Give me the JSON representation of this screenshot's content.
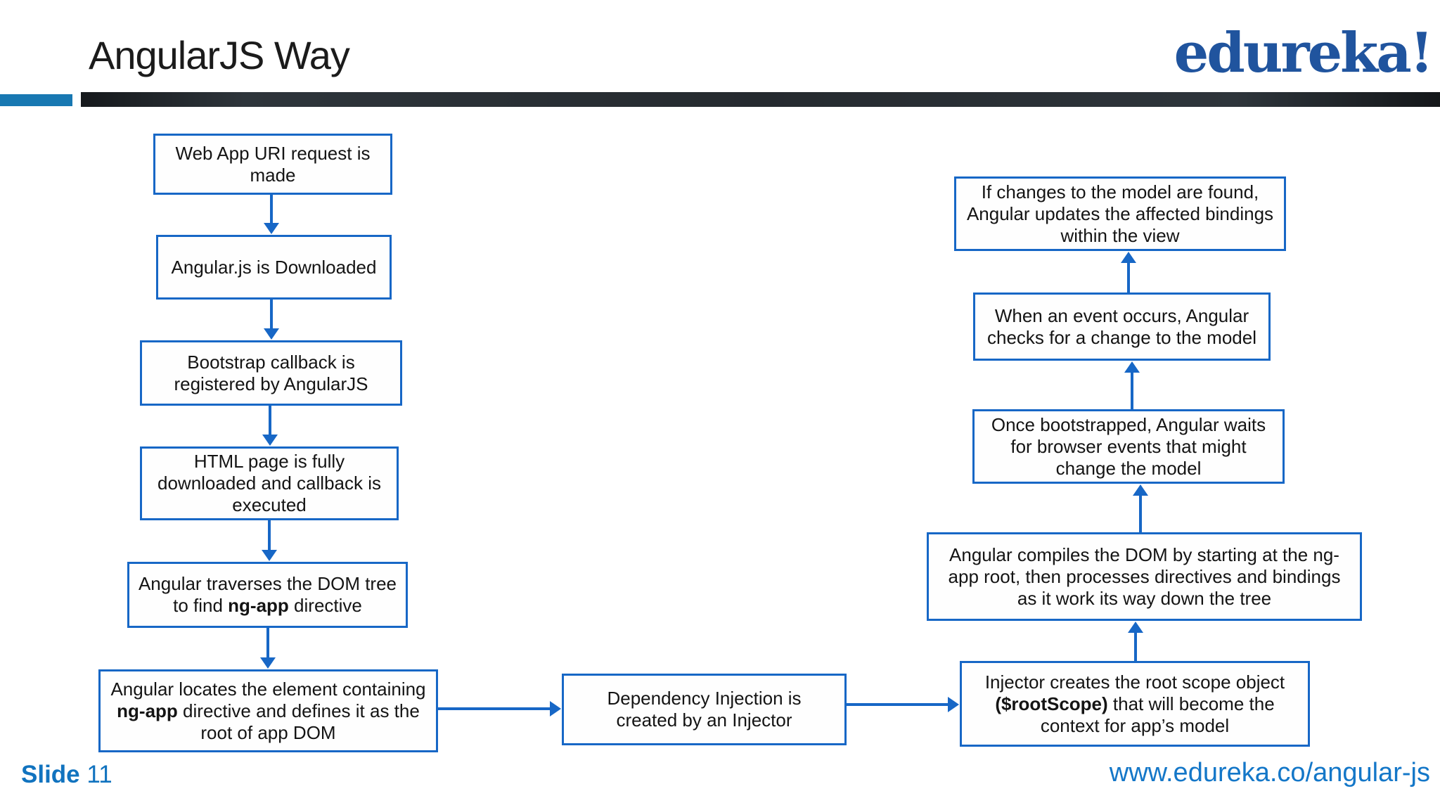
{
  "slide": {
    "title": "AngularJS Way",
    "logo_text": "edureka!",
    "footer": {
      "slide_label": "Slide",
      "slide_number": "11",
      "url": "www.edureka.co/angular-js"
    }
  },
  "colors": {
    "flowchart_blue": "#1767c6",
    "logo_blue": "#20549e",
    "footer_blue": "#1173bf",
    "divider_blue": "#1878b2",
    "divider_dark": "#262b30",
    "box_text": "#141414",
    "background": "#ffffff"
  },
  "flowchart": {
    "boxes": [
      {
        "id": "uri-request",
        "text": "Web App URI request is\nmade"
      },
      {
        "id": "angularjs-downloaded",
        "text": "Angular.js is Downloaded"
      },
      {
        "id": "bootstrap-callback",
        "text": "Bootstrap callback is\nregistered by AngularJS"
      },
      {
        "id": "html-downloaded",
        "text": "HTML page is fully\ndownloaded and callback is\nexecuted"
      },
      {
        "id": "traverse-dom",
        "segments": [
          {
            "text": "Angular traverses the DOM tree\nto find "
          },
          {
            "text": "ng-app",
            "bold": true
          },
          {
            "text": " directive"
          }
        ]
      },
      {
        "id": "locate-ngapp",
        "segments": [
          {
            "text": "Angular locates the element containing\n"
          },
          {
            "text": "ng-app",
            "bold": true
          },
          {
            "text": " directive and defines it as the\nroot of app DOM"
          }
        ]
      },
      {
        "id": "dependency-injection",
        "text": "Dependency Injection is\ncreated by an Injector"
      },
      {
        "id": "injector-rootscope",
        "segments": [
          {
            "text": "Injector creates the root scope object\n"
          },
          {
            "text": "($rootScope)",
            "bold": true
          },
          {
            "text": " that will become the\ncontext for app’s model"
          }
        ]
      },
      {
        "id": "compile-dom",
        "text": "Angular compiles the DOM by starting at the ng-\napp root, then processes  directives and bindings\nas it work its way down the tree"
      },
      {
        "id": "wait-browser-events",
        "text": "Once bootstrapped, Angular waits\nfor browser events that might\nchange the model"
      },
      {
        "id": "event-check",
        "text": "When an event occurs, Angular\nchecks for a change to the model"
      },
      {
        "id": "update-bindings",
        "text": "If changes to the model are found,\nAngular updates the affected bindings\nwithin the view"
      }
    ]
  }
}
